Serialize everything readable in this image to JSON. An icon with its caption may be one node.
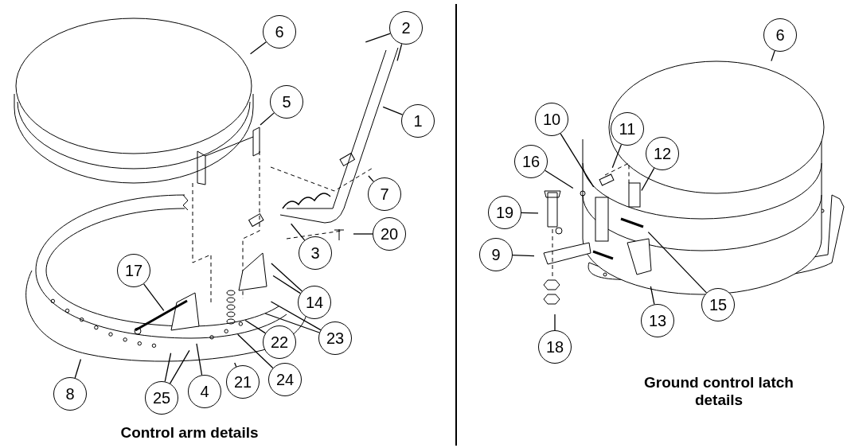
{
  "diagram": {
    "nodes": [
      {
        "text": [
          "6"
        ]
      },
      {
        "text": [
          "2"
        ]
      },
      {
        "text": [
          "5"
        ]
      },
      {
        "text": [
          "1"
        ]
      },
      {
        "text": [
          "7"
        ]
      },
      {
        "text": [
          "20"
        ]
      },
      {
        "text": [
          "3"
        ]
      },
      {
        "text": [
          "17"
        ]
      },
      {
        "text": [
          "14"
        ]
      },
      {
        "text": [
          "22"
        ]
      },
      {
        "text": [
          "23"
        ]
      },
      {
        "text": [
          "24"
        ]
      },
      {
        "text": [
          "8"
        ]
      },
      {
        "text": [
          "25"
        ]
      },
      {
        "text": [
          "4"
        ]
      },
      {
        "text": [
          "21"
        ]
      },
      {
        "text": [
          "6"
        ]
      },
      {
        "text": [
          "10"
        ]
      },
      {
        "text": [
          "11"
        ]
      },
      {
        "text": [
          "12"
        ]
      },
      {
        "text": [
          "16"
        ]
      },
      {
        "text": [
          "19"
        ]
      },
      {
        "text": [
          "9"
        ]
      },
      {
        "text": [
          "15"
        ]
      },
      {
        "text": [
          "13"
        ]
      },
      {
        "text": [
          "18"
        ]
      }
    ],
    "edges": [
      {
        "from": 0,
        "to": null,
        "arrow": "none"
      },
      {
        "from": 1,
        "to": null,
        "arrow": "none"
      },
      {
        "from": 1,
        "to": null,
        "arrow": "none"
      },
      {
        "from": 2,
        "to": null,
        "arrow": "none"
      },
      {
        "from": 3,
        "to": null,
        "arrow": "none"
      },
      {
        "from": 4,
        "to": null,
        "arrow": "none"
      },
      {
        "from": 5,
        "to": null,
        "arrow": "none"
      },
      {
        "from": 6,
        "to": null,
        "arrow": "none"
      },
      {
        "from": 7,
        "to": null,
        "arrow": "none"
      },
      {
        "from": 8,
        "to": null,
        "arrow": "none"
      },
      {
        "from": 8,
        "to": null,
        "arrow": "none"
      },
      {
        "from": 9,
        "to": null,
        "arrow": "none"
      },
      {
        "from": 10,
        "to": null,
        "arrow": "none"
      },
      {
        "from": 10,
        "to": null,
        "arrow": "none"
      },
      {
        "from": 11,
        "to": null,
        "arrow": "none"
      },
      {
        "from": 12,
        "to": null,
        "arrow": "none"
      },
      {
        "from": 13,
        "to": null,
        "arrow": "none"
      },
      {
        "from": 13,
        "to": null,
        "arrow": "none"
      },
      {
        "from": 14,
        "to": null,
        "arrow": "none"
      },
      {
        "from": 15,
        "to": null,
        "arrow": "none"
      },
      {
        "from": 16,
        "to": null,
        "arrow": "none"
      },
      {
        "from": 17,
        "to": null,
        "arrow": "none"
      },
      {
        "from": 18,
        "to": null,
        "arrow": "none"
      },
      {
        "from": 19,
        "to": null,
        "arrow": "none"
      },
      {
        "from": 20,
        "to": null,
        "arrow": "none"
      },
      {
        "from": 21,
        "to": null,
        "arrow": "none"
      },
      {
        "from": 22,
        "to": null,
        "arrow": "none"
      },
      {
        "from": 23,
        "to": null,
        "arrow": "none"
      },
      {
        "from": 24,
        "to": null,
        "arrow": "none"
      },
      {
        "from": 25,
        "to": null,
        "arrow": "none"
      }
    ],
    "labels": [
      "Control arm details",
      "Ground control latch details"
    ]
  }
}
